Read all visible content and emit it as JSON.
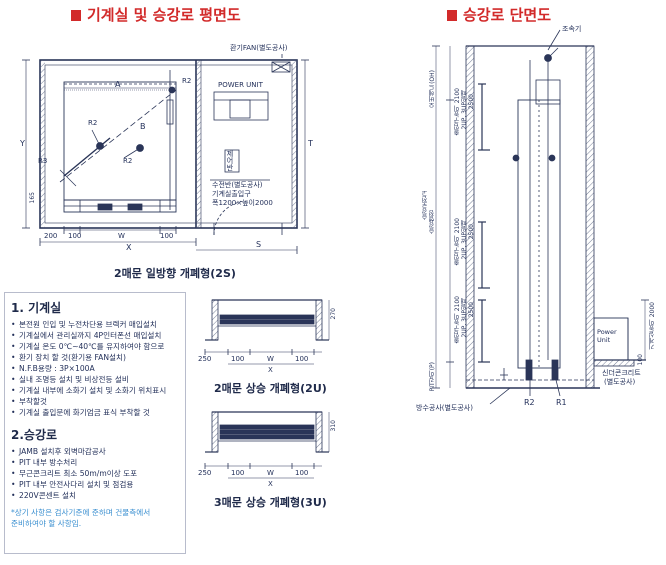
{
  "titles": {
    "left": "기계실 및 승강로 평면도",
    "right": "승강로 단면도"
  },
  "plan": {
    "fan_label": "환기FAN(별도공사)",
    "power_unit": "POWER UNIT",
    "control_box": "제어반",
    "breaker_note": "수전반(별도공사)",
    "entrance_note": "기계실출입구",
    "entrance_size": "폭1200×높이2000",
    "dims": {
      "a": "A",
      "b": "B",
      "y": "Y",
      "t": "T",
      "x": "X",
      "s": "S",
      "w": "W",
      "d200": "200",
      "d100a": "100",
      "d100b": "100",
      "d165": "165"
    },
    "radii": {
      "r2a": "R2",
      "r2b": "R2",
      "r2c": "R2",
      "r3": "R3"
    },
    "caption": "2매문 일방향 개폐형(2S)"
  },
  "notes": {
    "s1_title": "1. 기계실",
    "s1_items": [
      "본전원 인입 및 누전차단용 브렉커 매입설치",
      "기계실에서 관리실까지 4P인터폰선 매입설치",
      "기계실 온도 0℃~40℃를 유지하여야 함으로",
      "환기 장치 할 것(환기용 FAN설치)",
      "N.F.B용량 : 3P×100A",
      "실내 조명등 설치 및 비상전등 설비",
      "기계실 내부에 소화기 설치 및 소화기 위치표시",
      "부착할것",
      "기계실 출입문에 화기엄금 표식 부착할 것"
    ],
    "s2_title": "2.승강로",
    "s2_items": [
      "JAMB 설치후 외벽마감공사",
      "PIT 내부 방수처리",
      "무근콘크리트 최소 50m/m이상 도포",
      "PIT 내부 안전사다리 설치 및 점검용",
      "220V콘센트 설치"
    ],
    "footnote_1": "*상기 사항은 검사기준에 준하며 건물측에서",
    "footnote_2": "준비하여야 할 사항임."
  },
  "door2u": {
    "caption": "2매문 상승 개폐형(2U)",
    "dims": {
      "d270": "270",
      "d250": "250",
      "d100a": "100",
      "w": "W",
      "d100b": "100",
      "x": "X"
    }
  },
  "door3u": {
    "caption": "3매문 상승 개폐형(3U)",
    "dims": {
      "d310": "310",
      "d250": "250",
      "d100a": "100",
      "w": "W",
      "d100b": "100",
      "x": "X"
    }
  },
  "section": {
    "top_label": "오버헤드(OH)",
    "entrance_1": "출입구높이 2100",
    "entrance_1b": "2UP, 3UP일때",
    "entrance_1c": "2500",
    "hoistway_total": "승강로전고",
    "travel": "승강행정",
    "entrance_2": "출입구높이 2100",
    "entrance_2b": "2UP, 3UP일때",
    "entrance_2c": "2500",
    "entrance_3": "출입구높이 2100",
    "entrance_3b": "2UP, 3UP일때",
    "entrance_3c": "2500",
    "pit": "PIT깊이(P)",
    "governor": "조속기",
    "power_unit": "Power Unit",
    "machine_height": "기계실높이 2000",
    "d100": "100",
    "cylinder_concrete": "신더콘크리트",
    "separate_work": "(별도공사)",
    "waterproof": "방수공사(별도공사)",
    "r2": "R2",
    "r1": "R1"
  }
}
